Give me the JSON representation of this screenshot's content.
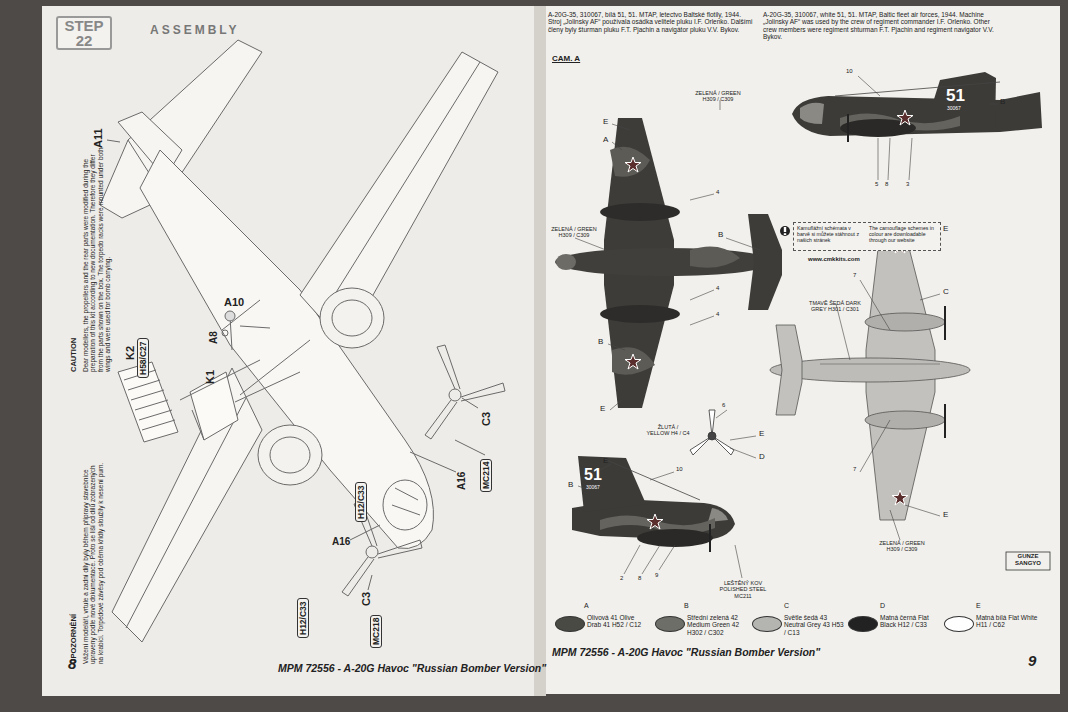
{
  "diagram": {
    "nodes": [
      {
        "text": [
          "STEP 22"
        ]
      },
      {
        "text": [
          "H58/C27"
        ]
      },
      {
        "text": [
          "MC214"
        ]
      },
      {
        "text": [
          "H12/C33"
        ]
      },
      {
        "text": [
          "MC218"
        ]
      },
      {
        "text": [
          "H12/C33"
        ]
      },
      {
        "text": [
          "Kamuflážní schémata v barvě si můžete stáhnout z našich stránek",
          "The camouflage schemes in colour are downloadable through our website"
        ]
      }
    ],
    "labels": [
      "ASSEMBLY",
      "A11",
      "CAUTION",
      "Dear modellers, the propellers and the rear parts were modified during the preparation of this kit according to new documentation. Therefore they differ from the parts shown on the box. The torpedo racks were mounted under both wings and were used for bomb carrying.",
      "UPOZORNĚNÍ",
      "Vážení modeláři, vrtule a zadní díly byly během přípravy stavebnice upraveny podle nové dokumentace. Proto se liší od dílů zobrazených na krabici. Torpédové závěsy pod oběma křídly sloužily k nesení pum.",
      "A10",
      "A8",
      "K2",
      "K1",
      "C3",
      "A16",
      "A16",
      "C3",
      "8",
      "MPM 72556 - A-20G Havoc \"Russian Bomber Version\"",
      "A-20G-35, 310067, bílá 51, 51. MTAP, letectvo Baltské flotily, 1944. Stroj „Jolinsky AF“ používala osádka velitele pluku I.F. Orlenko. Dalšími členy byly šturman pluku F.T. Pjachin a navigátor pluku V.V. Bykov.",
      "CAM. A",
      "A-20G-35, 310067, white 51, 51. MTAP, Baltic fleet air forces, 1944. Machine „Jolinsky AF“ was used by the crew of regiment commander I.F. Orlenko. Other crew members were regiment shturman F.T. Pjachin and regiment navigator V.V. Bykov.",
      "ZELENÁ / GREEN H309 / C309",
      "E",
      "A",
      "ZELENÁ / GREEN H309 / C309",
      "4",
      "B",
      "4",
      "4",
      "B",
      "E",
      "10",
      "51",
      "B",
      "30067",
      "5",
      "8",
      "3",
      "www.cmkkits.com",
      "E",
      "7",
      "C",
      "TMAVĚ ŠEDÁ DARK GREY H301 / C301",
      "7",
      "ZELENÁ / GREEN H309 / C309",
      "E",
      "6",
      "ŽLUTÁ / YELLOW H4 / C4",
      "E",
      "D",
      "E",
      "B",
      "10",
      "51",
      "30067",
      "2",
      "8",
      "9",
      "LEŠTĚNÝ KOV POLISHED STEEL MC211",
      "GUNZE SANGYO",
      "A",
      "B",
      "C",
      "D",
      "E",
      "MPM 72556 - A-20G Havoc \"Russian Bomber Version\"",
      "9"
    ],
    "legend": [
      {
        "text": "Olivová 41 Olive Drab 41 H52 / C12",
        "color": "#4a4a44"
      },
      {
        "text": "Střední zelená 42 Medium Green 42 H302 / C302",
        "color": "#6e6e68"
      },
      {
        "text": "Světle šedá 43 Neutral Grey 43 H53 / C13",
        "color": "#b4b4b0"
      },
      {
        "text": "Matná černá Flat Black H12 / C33",
        "color": "#222222"
      },
      {
        "text": "Matná bílá Flat White H11 / C62",
        "color": "#ffffff"
      }
    ]
  }
}
